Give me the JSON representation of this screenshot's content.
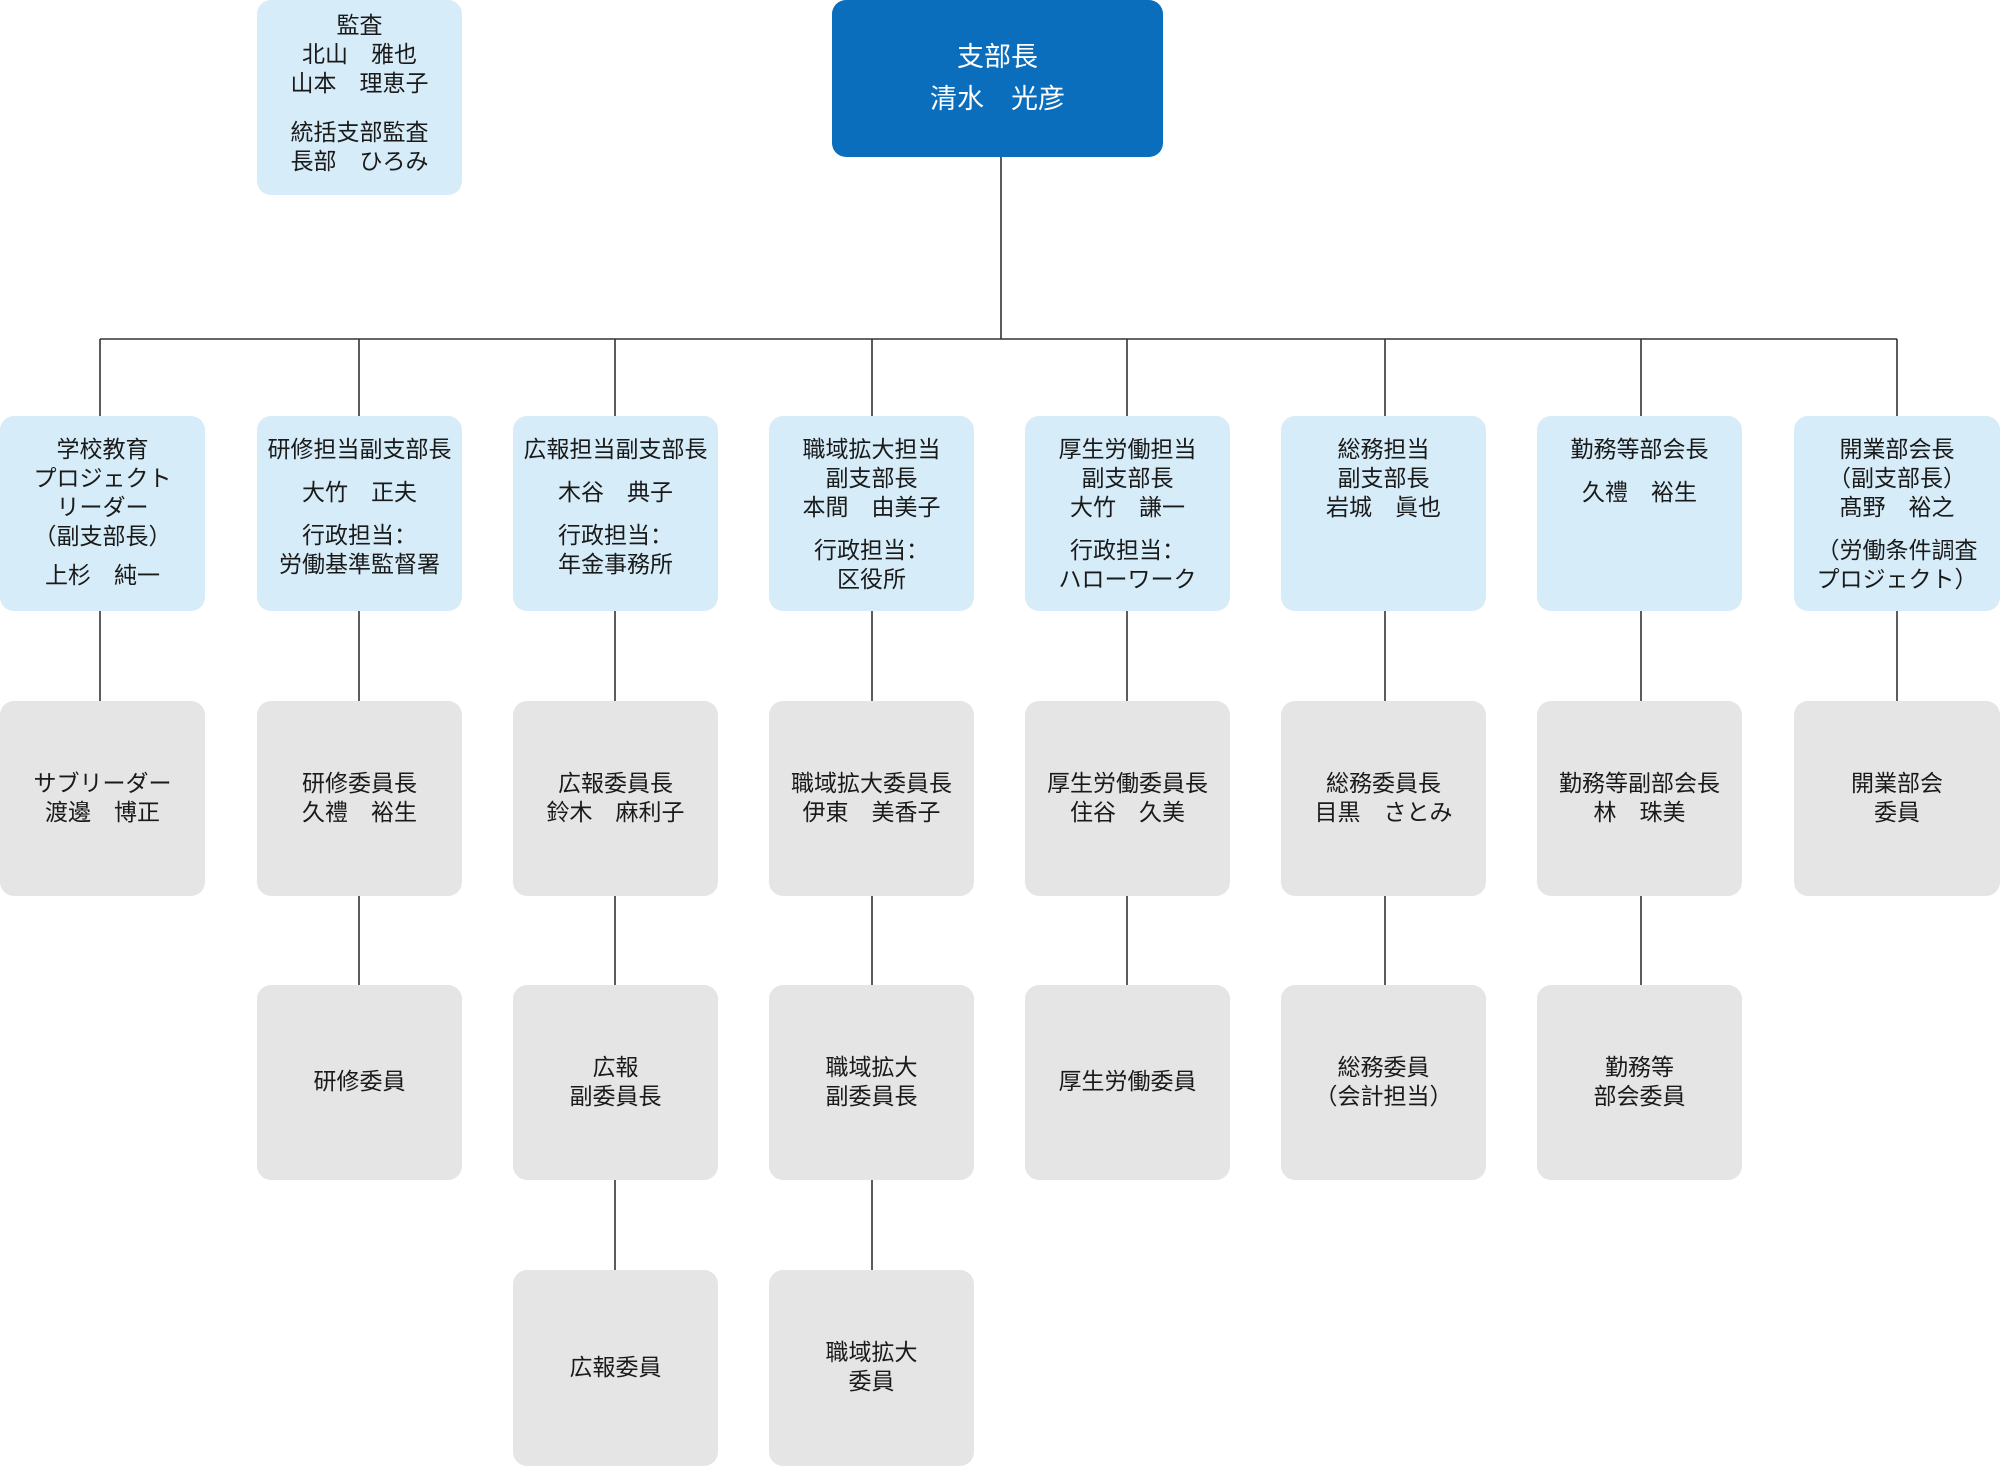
{
  "chief": {
    "title": "支部長",
    "name": "清水　光彦"
  },
  "audit": {
    "title": "監査",
    "members": [
      "北山　雅也",
      "山本　理恵子"
    ],
    "head_title": "統括支部監査",
    "head_name": "長部　ひろみ"
  },
  "departments": [
    {
      "head": [
        "学校教育",
        "プロジェクト",
        "リーダー",
        "（副支部長）",
        "上杉　純一"
      ],
      "members": [
        [
          "サブリーダー",
          "渡邊　博正"
        ]
      ]
    },
    {
      "head": [
        "研修担当副支部長",
        "大竹　正夫",
        "行政担当：",
        "労働基準監督署"
      ],
      "members": [
        [
          "研修委員長",
          "久禮　裕生"
        ],
        [
          "研修委員"
        ]
      ]
    },
    {
      "head": [
        "広報担当副支部長",
        "木谷　典子",
        "行政担当：",
        "年金事務所"
      ],
      "members": [
        [
          "広報委員長",
          "鈴木　麻利子"
        ],
        [
          "広報",
          "副委員長"
        ],
        [
          "広報委員"
        ]
      ]
    },
    {
      "head": [
        "職域拡大担当",
        "副支部長",
        "本間　由美子",
        "行政担当：",
        "区役所"
      ],
      "members": [
        [
          "職域拡大委員長",
          "伊東　美香子"
        ],
        [
          "職域拡大",
          "副委員長"
        ],
        [
          "職域拡大",
          "委員"
        ]
      ]
    },
    {
      "head": [
        "厚生労働担当",
        "副支部長",
        "大竹　謙一",
        "行政担当：",
        "ハローワーク"
      ],
      "members": [
        [
          "厚生労働委員長",
          "住谷　久美"
        ],
        [
          "厚生労働委員"
        ]
      ]
    },
    {
      "head": [
        "総務担当",
        "副支部長",
        "岩城　眞也"
      ],
      "members": [
        [
          "総務委員長",
          "目黒　さとみ"
        ],
        [
          "総務委員",
          "（会計担当）"
        ]
      ]
    },
    {
      "head": [
        "勤務等部会長",
        "久禮　裕生"
      ],
      "members": [
        [
          "勤務等副部会長",
          "林　珠美"
        ],
        [
          "勤務等",
          "部会委員"
        ]
      ]
    },
    {
      "head": [
        "開業部会長",
        "（副支部長）",
        "髙野　裕之",
        "（労働条件調査",
        "プロジェクト）"
      ],
      "members": [
        [
          "開業部会",
          "委員"
        ]
      ]
    }
  ],
  "colors": {
    "chief_box": "#0a6ebd",
    "head_box": "#d6ecf8",
    "member_box": "#e5e5e5",
    "connector": "#333333"
  }
}
